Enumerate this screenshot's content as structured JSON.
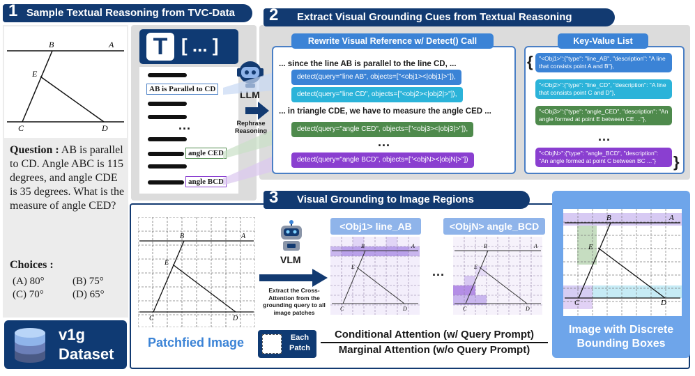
{
  "section1": {
    "num": "1",
    "title": "Sample Textual Reasoning from TVC-Data",
    "diagram_points": [
      "B",
      "A",
      "E",
      "C",
      "D"
    ],
    "question_label": "Question :",
    "question_text": "AB is parallel to CD. Angle ABC is 115 degrees, and angle CDE is 35 degrees. What is the measure of angle CED?",
    "choices_label": "Choices :",
    "choices": [
      "(A) 80°",
      "(B) 75°",
      "(C) 70°",
      "(D) 65°"
    ]
  },
  "doc_card": {
    "icon_letter": "T",
    "icon_text": "[ ... ]",
    "label_parallel": "AB is Parallel to CD",
    "dots": "...",
    "label_angle_ced": "angle CED",
    "label_angle_bcd": "angle BCD"
  },
  "dataset": {
    "name_line1": "v1g",
    "name_line2": "Dataset"
  },
  "section2": {
    "num": "2",
    "title": "Extract Visual Grounding Cues from Textual Reasoning",
    "llm_label": "LLM",
    "rephrase_label": "Rephrase\nReasoning",
    "rewrite_title": "Rewrite Visual Reference w/ Detect() Call",
    "line1": "... since the line AB is parallel to the line CD, ...",
    "detect1": "detect(query=\"line AB\", objects=[\"<obj1><|obj1|>\"]),",
    "detect2": "detect(query=\"line CD\", objects=[\"<obj2><|obj2|>\"]),",
    "line2": "... in triangle CDE, we have to measure the angle CED ...",
    "detect3": "detect(query=\"angle CED\", objects=[\"<obj3><|obj3|>\"]),",
    "dots": "...",
    "detect4": "detect(query=\"angle BCD\", objects=[\"<objN><|objN|>\"])",
    "kv_title": "Key-Value List",
    "kv1": "\"<Obj1>\":{\"type\": \"line_AB\", \"description\": \"A line that consists point A and B\"},",
    "kv2": "\"<Obj2>\":{\"type\": \"line_CD\", \"description\": \"A line that consists point C and D\"},",
    "kv3": "\"<Obj3>\":{\"type\": \"angle_CED\", \"description\": \"An angle formed at point E between CE ...\"},",
    "kv_dots": "...",
    "kv4": "\"<ObjN>\":{\"type\": \"angle_BCD\", \"description\": \"An angle formed at point C between BC ...\"}"
  },
  "section3": {
    "num": "3",
    "title": "Visual Grounding to Image Regions",
    "vlm_label": "VLM",
    "extract_text": "Extract the Cross-Attention from the grounding query to all image patches",
    "patchified_label": "Patchfied Image",
    "obj1_label": "<Obj1> line_AB",
    "objn_label": "<ObjN> angle_BCD",
    "dots": "...",
    "each_patch": "Each Patch",
    "numerator": "Conditional Attention (w/ Query Prompt)",
    "denominator": "Marginal Attention (w/o Query Prompt)",
    "bbox_label": "Image with Discrete Bounding Boxes"
  },
  "colors": {
    "navy": "#123a71",
    "blue": "#3b83d6",
    "teal": "#2bb3d9",
    "green": "#4e8a4c",
    "purple": "#8a3fd0"
  }
}
